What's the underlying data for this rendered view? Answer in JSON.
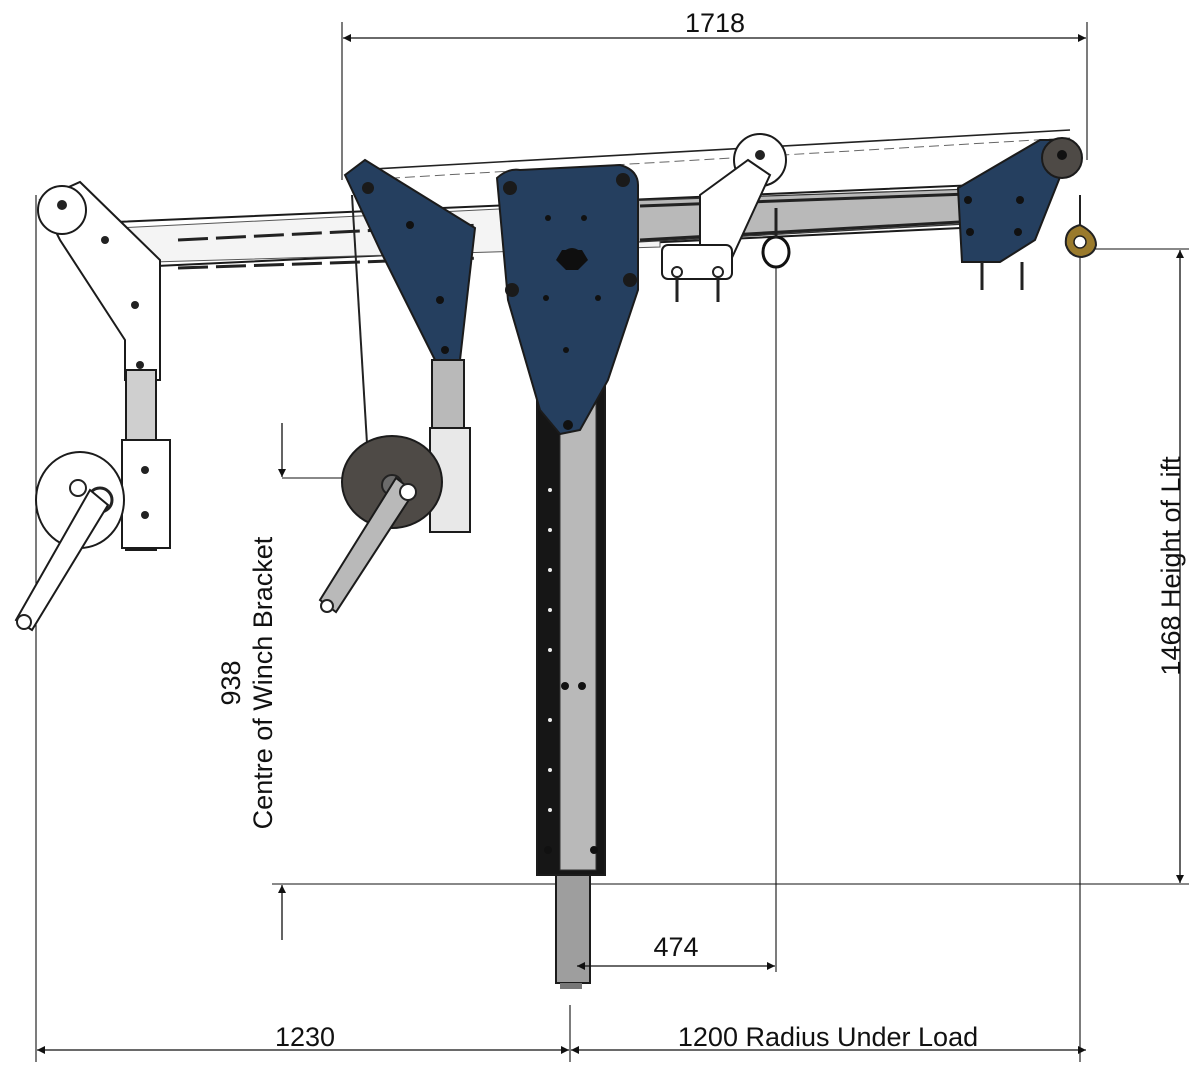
{
  "dimensions": {
    "top_span": "1718",
    "winch_height_value": "938",
    "winch_height_label": "Centre of Winch Bracket",
    "lift_height": "1468 Height of Lift",
    "offset": "474",
    "left_span": "1230",
    "radius": "1200 Radius Under Load"
  },
  "colors": {
    "plate_blue": "#253f5f",
    "arm_grey": "#b9b9b9",
    "mast_black": "#161616",
    "winch_drum": "#4e4a46",
    "hook_brass": "#9a7a2c"
  }
}
